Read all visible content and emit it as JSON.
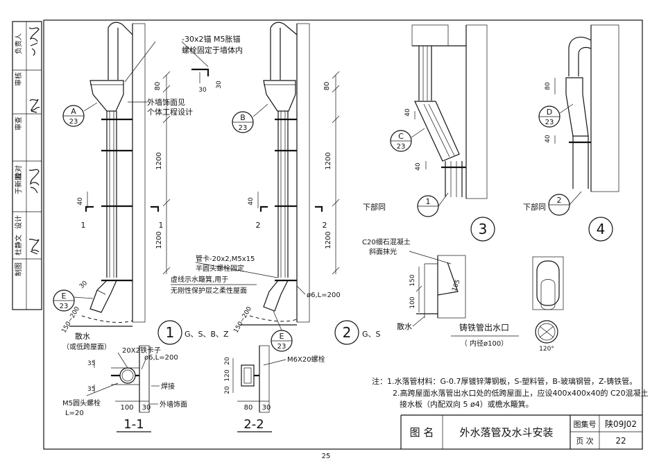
{
  "sidebar": {
    "labels": [
      "负责人",
      "审核",
      "审查",
      "校对",
      "设计",
      "制图"
    ],
    "names": [
      "于新国",
      "杜静文"
    ]
  },
  "title_block": {
    "label_name": "图  名",
    "title": "外水落管及水斗安装",
    "label_atlas": "图集号",
    "atlas_no": "陕09J02",
    "label_page": "页  次",
    "page_no": "22"
  },
  "page_number": "25",
  "notes": {
    "line1": "注：1.水落管材料：G-0.7厚镀锌薄钢板，S-塑料管，B-玻璃钢管，Z-铸铁管。",
    "line2": "2.高跨屋面水落管出水口处的低跨屋面上，应设400x400x40的 C20混凝土",
    "line3": "接水板（内配双向 5 ø4）或檐水簸箕。"
  },
  "details": {
    "d1": {
      "num": "1",
      "materials": "G、S、B、Z"
    },
    "d2": {
      "num": "2",
      "materials": "G、S"
    },
    "d3": {
      "num": "3"
    },
    "d4": {
      "num": "4"
    }
  },
  "refs": {
    "a": {
      "top": "A",
      "bottom": "23"
    },
    "b": {
      "top": "B",
      "bottom": "23"
    },
    "c": {
      "top": "C",
      "bottom": "23"
    },
    "d": {
      "top": "D",
      "bottom": "23"
    },
    "e1": {
      "top": "E",
      "bottom": "23"
    },
    "e2": {
      "top": "E",
      "bottom": "23"
    },
    "s1": {
      "prefix": "下部同",
      "top": "1",
      "bottom": ""
    },
    "s2": {
      "prefix": "下部同",
      "top": "2",
      "bottom": ""
    }
  },
  "annotations": {
    "anchor1": "-30x2锚 M5胀锚",
    "anchor2": "螺栓固定于墙体内",
    "finish1": "外墙饰面见",
    "finish2": "个体工程设计",
    "clamp1": "管卡-20x2,M5x15",
    "clamp2": "半圆头螺栓固定",
    "dashed1": "虚线示水簸箕,用于",
    "dashed2": "无刚性保护层之柔性屋面",
    "phi_a": "ø6,L=200",
    "phi_b": "ø6,L=200",
    "m6": "M6X20螺栓",
    "clip": "20X2铁卡子",
    "weld": "焊接",
    "finish_out": "外墙饰面",
    "bolt1": "M5圆头螺栓",
    "bolt2": "L=20",
    "scatter1": "散水",
    "scatter2": "（或低跨屋面）",
    "scatter3": "散水",
    "c20_1": "C20细石混凝土",
    "c20_2": "斜面抹光",
    "cast_title": "铸铁管出水口",
    "cast_sub": "（ 内径ø100）",
    "angle": "120°"
  },
  "dimensions": {
    "d80a": "80",
    "d30a": "30",
    "d30b": "30",
    "d1200a": "1200",
    "d1200b": "1200",
    "d40a": "40",
    "d30c": "30",
    "d150_200a": "150~200",
    "d80b": "80",
    "d1200c": "1200",
    "d1200d": "1200",
    "d40b": "40",
    "d150_200b": "150~200",
    "d40c": "40",
    "d40d": "40",
    "d80c": "80",
    "d40e": "40",
    "d150": "150",
    "d100": "100",
    "d105": "105",
    "d35a": "35",
    "d35b": "35",
    "d100b": "100",
    "d30d": "30",
    "d20": "20",
    "d120": "120",
    "d20b": "20",
    "d80d": "80",
    "d30e": "30"
  },
  "sections": {
    "s11": "1-1",
    "s22": "2-2",
    "cut1": "1",
    "cut2": "2"
  }
}
